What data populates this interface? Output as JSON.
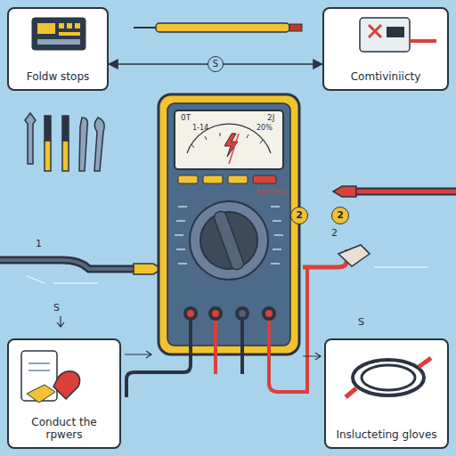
{
  "diagram": {
    "nodes": [
      {
        "text": [
          "Foldw stops"
        ]
      },
      {
        "text": [
          "Comtiviniicty"
        ]
      },
      {
        "text": [
          "Conduct the rpwers"
        ]
      },
      {
        "text": [
          "Inslucteting gloves"
        ]
      }
    ],
    "edges": [
      {
        "from": 0,
        "to": 1,
        "label": "S",
        "arrow": "both"
      }
    ],
    "labels": [
      "0T",
      "2J",
      "1-14",
      "20%",
      "2",
      "2",
      "1",
      "2",
      "S",
      "S",
      "CONTRCS"
    ]
  }
}
